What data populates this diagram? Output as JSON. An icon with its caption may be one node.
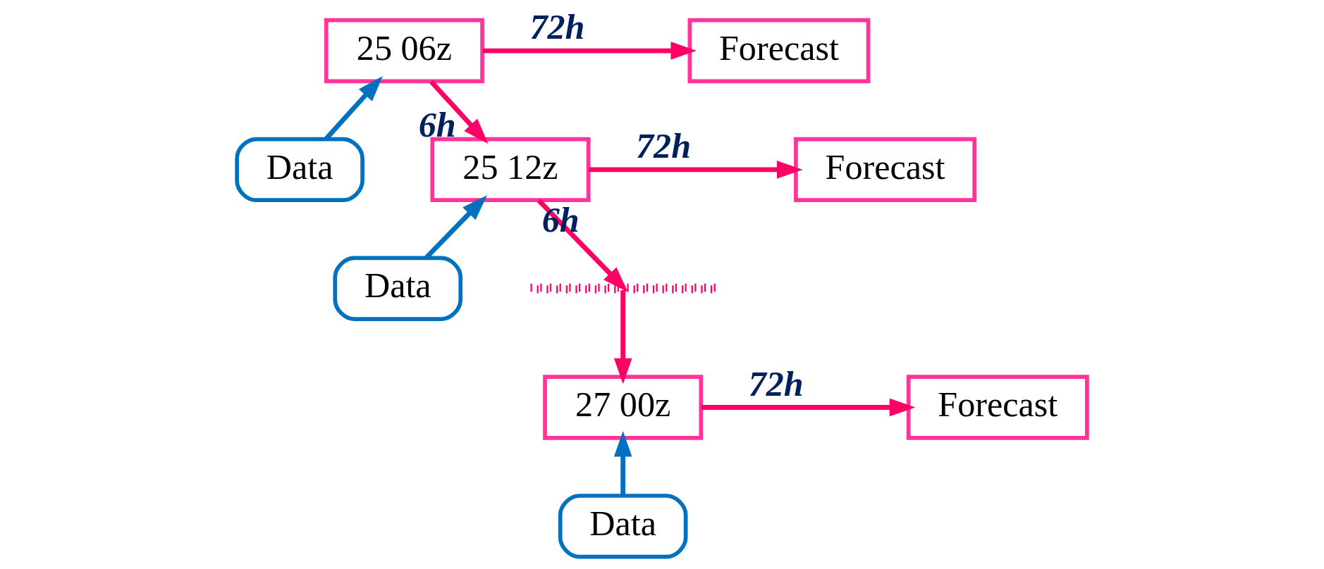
{
  "diagram": {
    "nodes": [
      {
        "text": [
          "25 06z"
        ]
      },
      {
        "text": [
          "Forecast"
        ]
      },
      {
        "text": [
          "Data"
        ]
      },
      {
        "text": [
          "25 12z"
        ]
      },
      {
        "text": [
          "Forecast"
        ]
      },
      {
        "text": [
          "Data"
        ]
      },
      {
        "text": [],
        "shape": "dots"
      },
      {
        "text": [
          "27 00z"
        ]
      },
      {
        "text": [
          "Forecast"
        ]
      },
      {
        "text": [
          "Data"
        ]
      }
    ],
    "edges": [
      {
        "from": 0,
        "to": 1,
        "arrow": "to",
        "label": "72h"
      },
      {
        "from": 2,
        "to": 0,
        "arrow": "to",
        "color": "#0070c0"
      },
      {
        "from": 0,
        "to": 3,
        "arrow": "to",
        "label": "6h"
      },
      {
        "from": 3,
        "to": 4,
        "arrow": "to",
        "label": "72h"
      },
      {
        "from": 5,
        "to": 3,
        "arrow": "to",
        "color": "#0070c0"
      },
      {
        "from": 3,
        "to": 6,
        "arrow": "to",
        "label": "6h"
      },
      {
        "from": 6,
        "to": 7,
        "arrow": "to"
      },
      {
        "from": 7,
        "to": 8,
        "arrow": "to",
        "label": "72h"
      },
      {
        "from": 9,
        "to": 7,
        "arrow": "to",
        "color": "#0070c0"
      }
    ]
  }
}
